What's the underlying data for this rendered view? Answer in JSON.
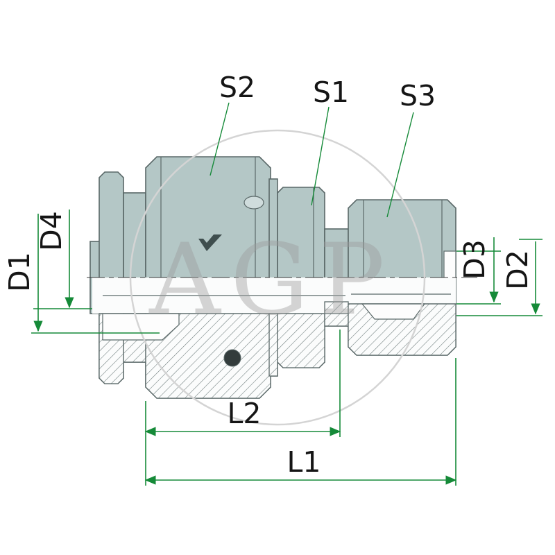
{
  "diagram": {
    "watermark": "AGP",
    "labels": {
      "s2": "S2",
      "s1": "S1",
      "s3": "S3",
      "d4": "D4",
      "d1": "D1",
      "d3": "D3",
      "d2": "D2",
      "l2": "L2",
      "l1": "L1"
    },
    "colors": {
      "dimension": "#158a38",
      "part_fill": "#b4c7c6",
      "part_stroke": "#5a6868",
      "section_bg": "#fbfcfc",
      "hatch_line": "#6a7878",
      "watermark": "#9c9c9c",
      "label_text": "#151515",
      "detail_dark": "#333c3c"
    }
  }
}
